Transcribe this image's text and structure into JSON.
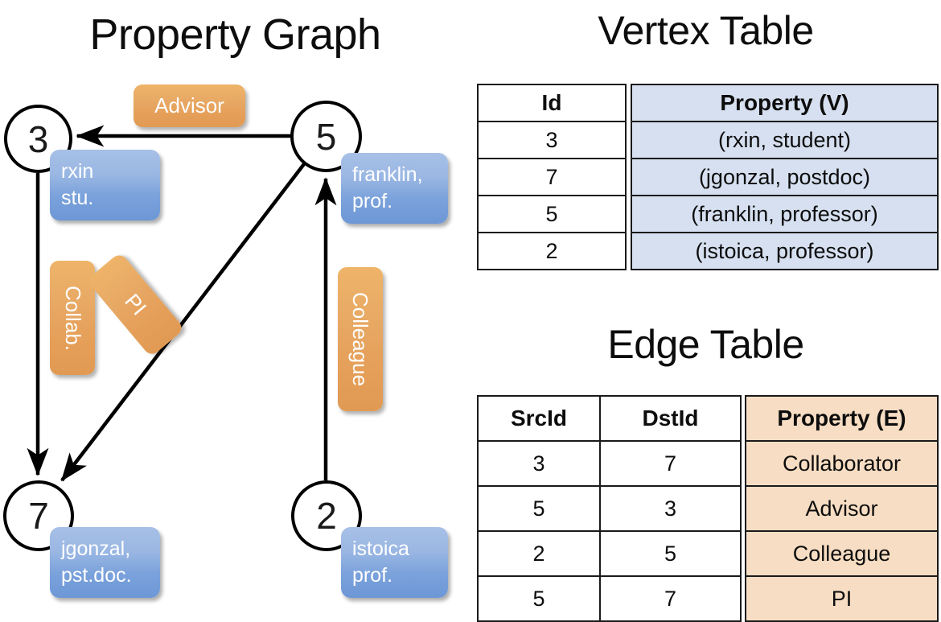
{
  "titles": {
    "graph": "Property Graph",
    "vertex_table": "Vertex Table",
    "edge_table": "Edge Table"
  },
  "graph": {
    "nodes": [
      {
        "id": "3",
        "property_label": "rxin\nstu."
      },
      {
        "id": "5",
        "property_label": "franklin,\nprof."
      },
      {
        "id": "7",
        "property_label": "jgonzal,\npst.doc."
      },
      {
        "id": "2",
        "property_label": "istoica\nprof."
      }
    ],
    "node_labels": {
      "n3": "3",
      "n5": "5",
      "n7": "7",
      "n2": "2"
    },
    "property_labels": {
      "rxin_line1": "rxin",
      "rxin_line2": "stu.",
      "franklin_line1": "franklin,",
      "franklin_line2": "prof.",
      "jgonzal_line1": "jgonzal,",
      "jgonzal_line2": "pst.doc.",
      "istoica_line1": "istoica",
      "istoica_line2": "prof."
    },
    "edge_labels": {
      "advisor": "Advisor",
      "collab": "Collab.",
      "pi": "PI",
      "colleague": "Colleague"
    },
    "edges": [
      {
        "from": "5",
        "to": "3",
        "label": "Advisor"
      },
      {
        "from": "3",
        "to": "7",
        "label": "Collab."
      },
      {
        "from": "5",
        "to": "7",
        "label": "PI"
      },
      {
        "from": "2",
        "to": "5",
        "label": "Colleague"
      }
    ]
  },
  "vertex_table": {
    "headers": [
      "Id",
      "Property (V)"
    ],
    "rows": [
      {
        "id": "3",
        "property": "(rxin, student)"
      },
      {
        "id": "7",
        "property": "(jgonzal, postdoc)"
      },
      {
        "id": "5",
        "property": "(franklin, professor)"
      },
      {
        "id": "2",
        "property": "(istoica, professor)"
      }
    ]
  },
  "edge_table": {
    "headers": [
      "SrcId",
      "DstId",
      "Property (E)"
    ],
    "rows": [
      {
        "src": "3",
        "dst": "7",
        "property": "Collaborator"
      },
      {
        "src": "5",
        "dst": "3",
        "property": "Advisor"
      },
      {
        "src": "2",
        "dst": "5",
        "property": "Colleague"
      },
      {
        "src": "5",
        "dst": "7",
        "property": "PI"
      }
    ]
  },
  "colors": {
    "vertex_cell": "#d6e0f0",
    "edge_cell": "#f7ddc3",
    "node_box_blue": "#7ba2db",
    "edge_box_orange": "#e7a864",
    "stroke": "#000000"
  }
}
